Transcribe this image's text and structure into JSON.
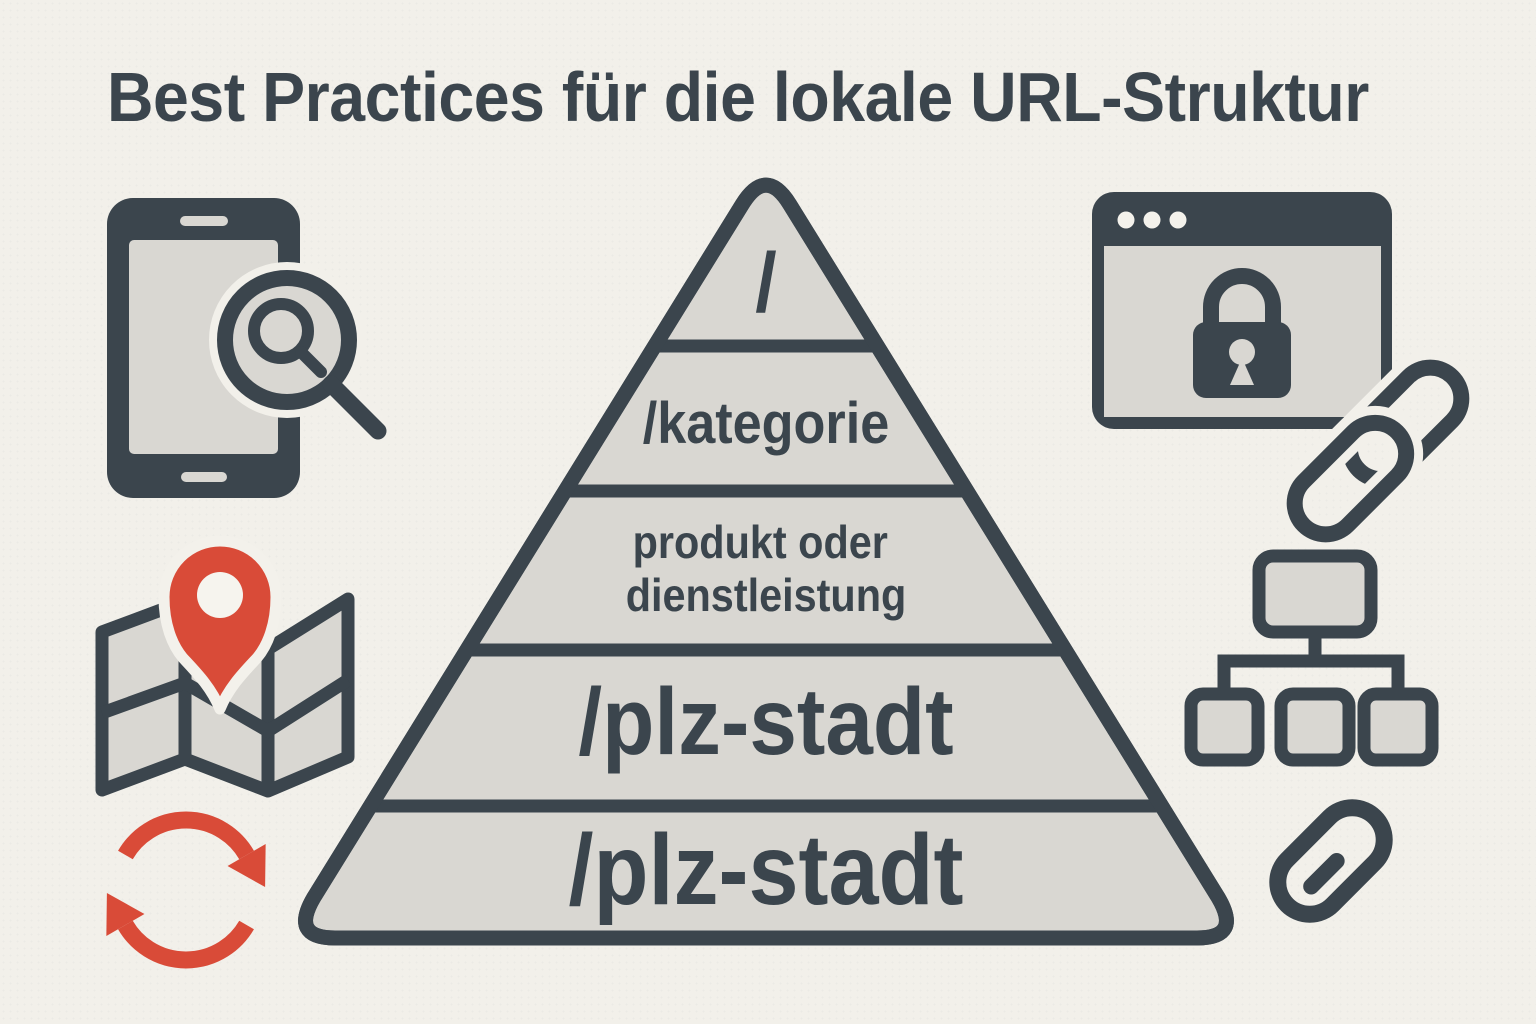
{
  "title": "Best Practices für die lokale URL-Struktur",
  "pyramid": {
    "levels": [
      {
        "path": "/"
      },
      {
        "path": "/kategorie"
      },
      {
        "lines": [
          "produkt oder",
          "dienstleistung"
        ]
      },
      {
        "path": "/plz-stadt"
      },
      {
        "path": "/plz-stadt"
      }
    ]
  },
  "icons": {
    "left": [
      "mobile-search-icon",
      "map-pin-icon",
      "refresh-icon"
    ],
    "right": [
      "secure-browser-icon",
      "link-icon",
      "sitemap-icon",
      "permalink-icon"
    ]
  },
  "colors": {
    "background": "#f2f0ea",
    "ink": "#3b454d",
    "panel": "#d9d7d2",
    "accent_red": "#d94b38",
    "off_white": "#f6f4ee"
  }
}
